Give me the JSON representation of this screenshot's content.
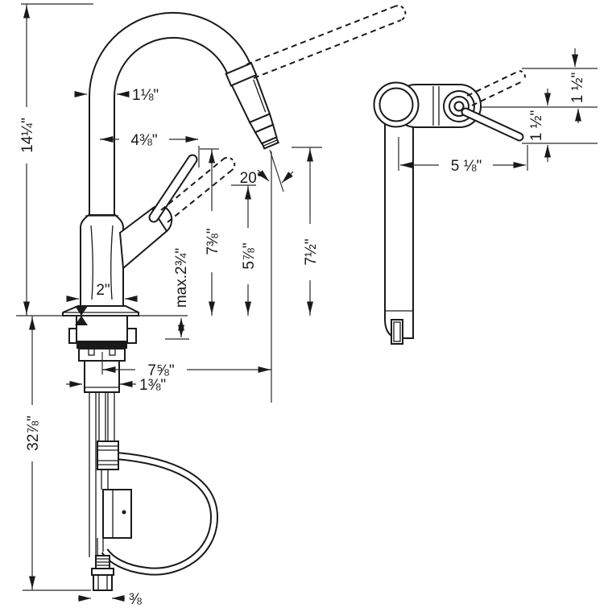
{
  "drawing_type": "faucet installation dimension drawing",
  "front_view": {
    "overall_height": "14¼\"",
    "spout_pipe_width": "1⅛\"",
    "handle_reach": "4⅜\"",
    "spray_angle": "20°",
    "handle_tip_height": "7⅜\"",
    "spray_ref_height": "5⅞\"",
    "outlet_height": "7½\"",
    "max_counter_thickness": "max.2¾\"",
    "base_width": "2\"",
    "outlet_reach": "7⅝\"",
    "shank_width": "1⅜\"",
    "supply_hose_length": "32⅞\"",
    "supply_thread": "⅜"
  },
  "side_view": {
    "handle_up_height": "1 ½\"",
    "handle_down_height": "1 ½\"",
    "handle_length": "5 ⅛\""
  }
}
